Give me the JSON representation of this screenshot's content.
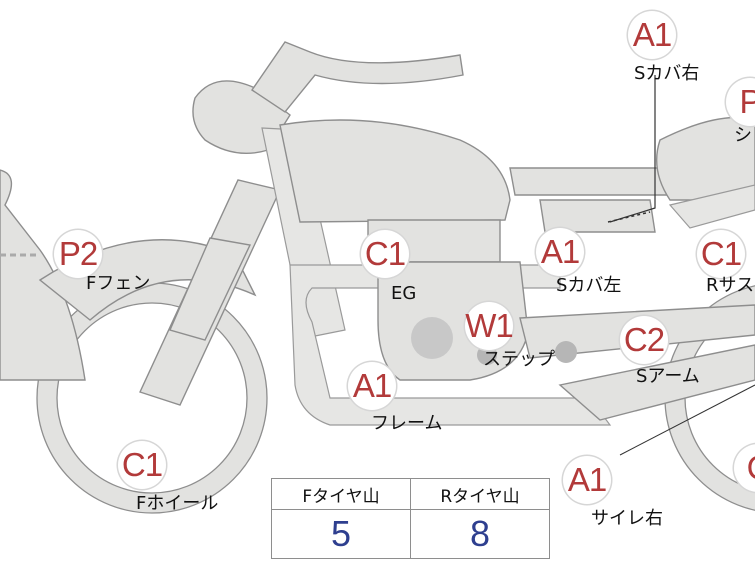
{
  "parts": [
    {
      "code": "A1",
      "label": "Sカバ右"
    },
    {
      "code": "P",
      "label": "シ"
    },
    {
      "code": "P2",
      "label": "Fフェン"
    },
    {
      "code": "C1",
      "label": "EG"
    },
    {
      "code": "A1",
      "label": "Sカバ左"
    },
    {
      "code": "C1",
      "label": "Rサス"
    },
    {
      "code": "W1",
      "label": "ステップ"
    },
    {
      "code": "C2",
      "label": "Sアーム"
    },
    {
      "code": "A1",
      "label": "フレーム"
    },
    {
      "code": "C1",
      "label": "Fホイール"
    },
    {
      "code": "A1",
      "label": "サイレ右"
    },
    {
      "code": "C",
      "label": ""
    }
  ],
  "tire_table": {
    "headers": [
      "Fタイヤ山",
      "Rタイヤ山"
    ],
    "values": [
      "5",
      "8"
    ]
  },
  "colors": {
    "code_text": "#b23a3a",
    "value_text": "#2e3f8f",
    "part_fill": "#e2e2e0",
    "outline": "#8e8e8e"
  }
}
